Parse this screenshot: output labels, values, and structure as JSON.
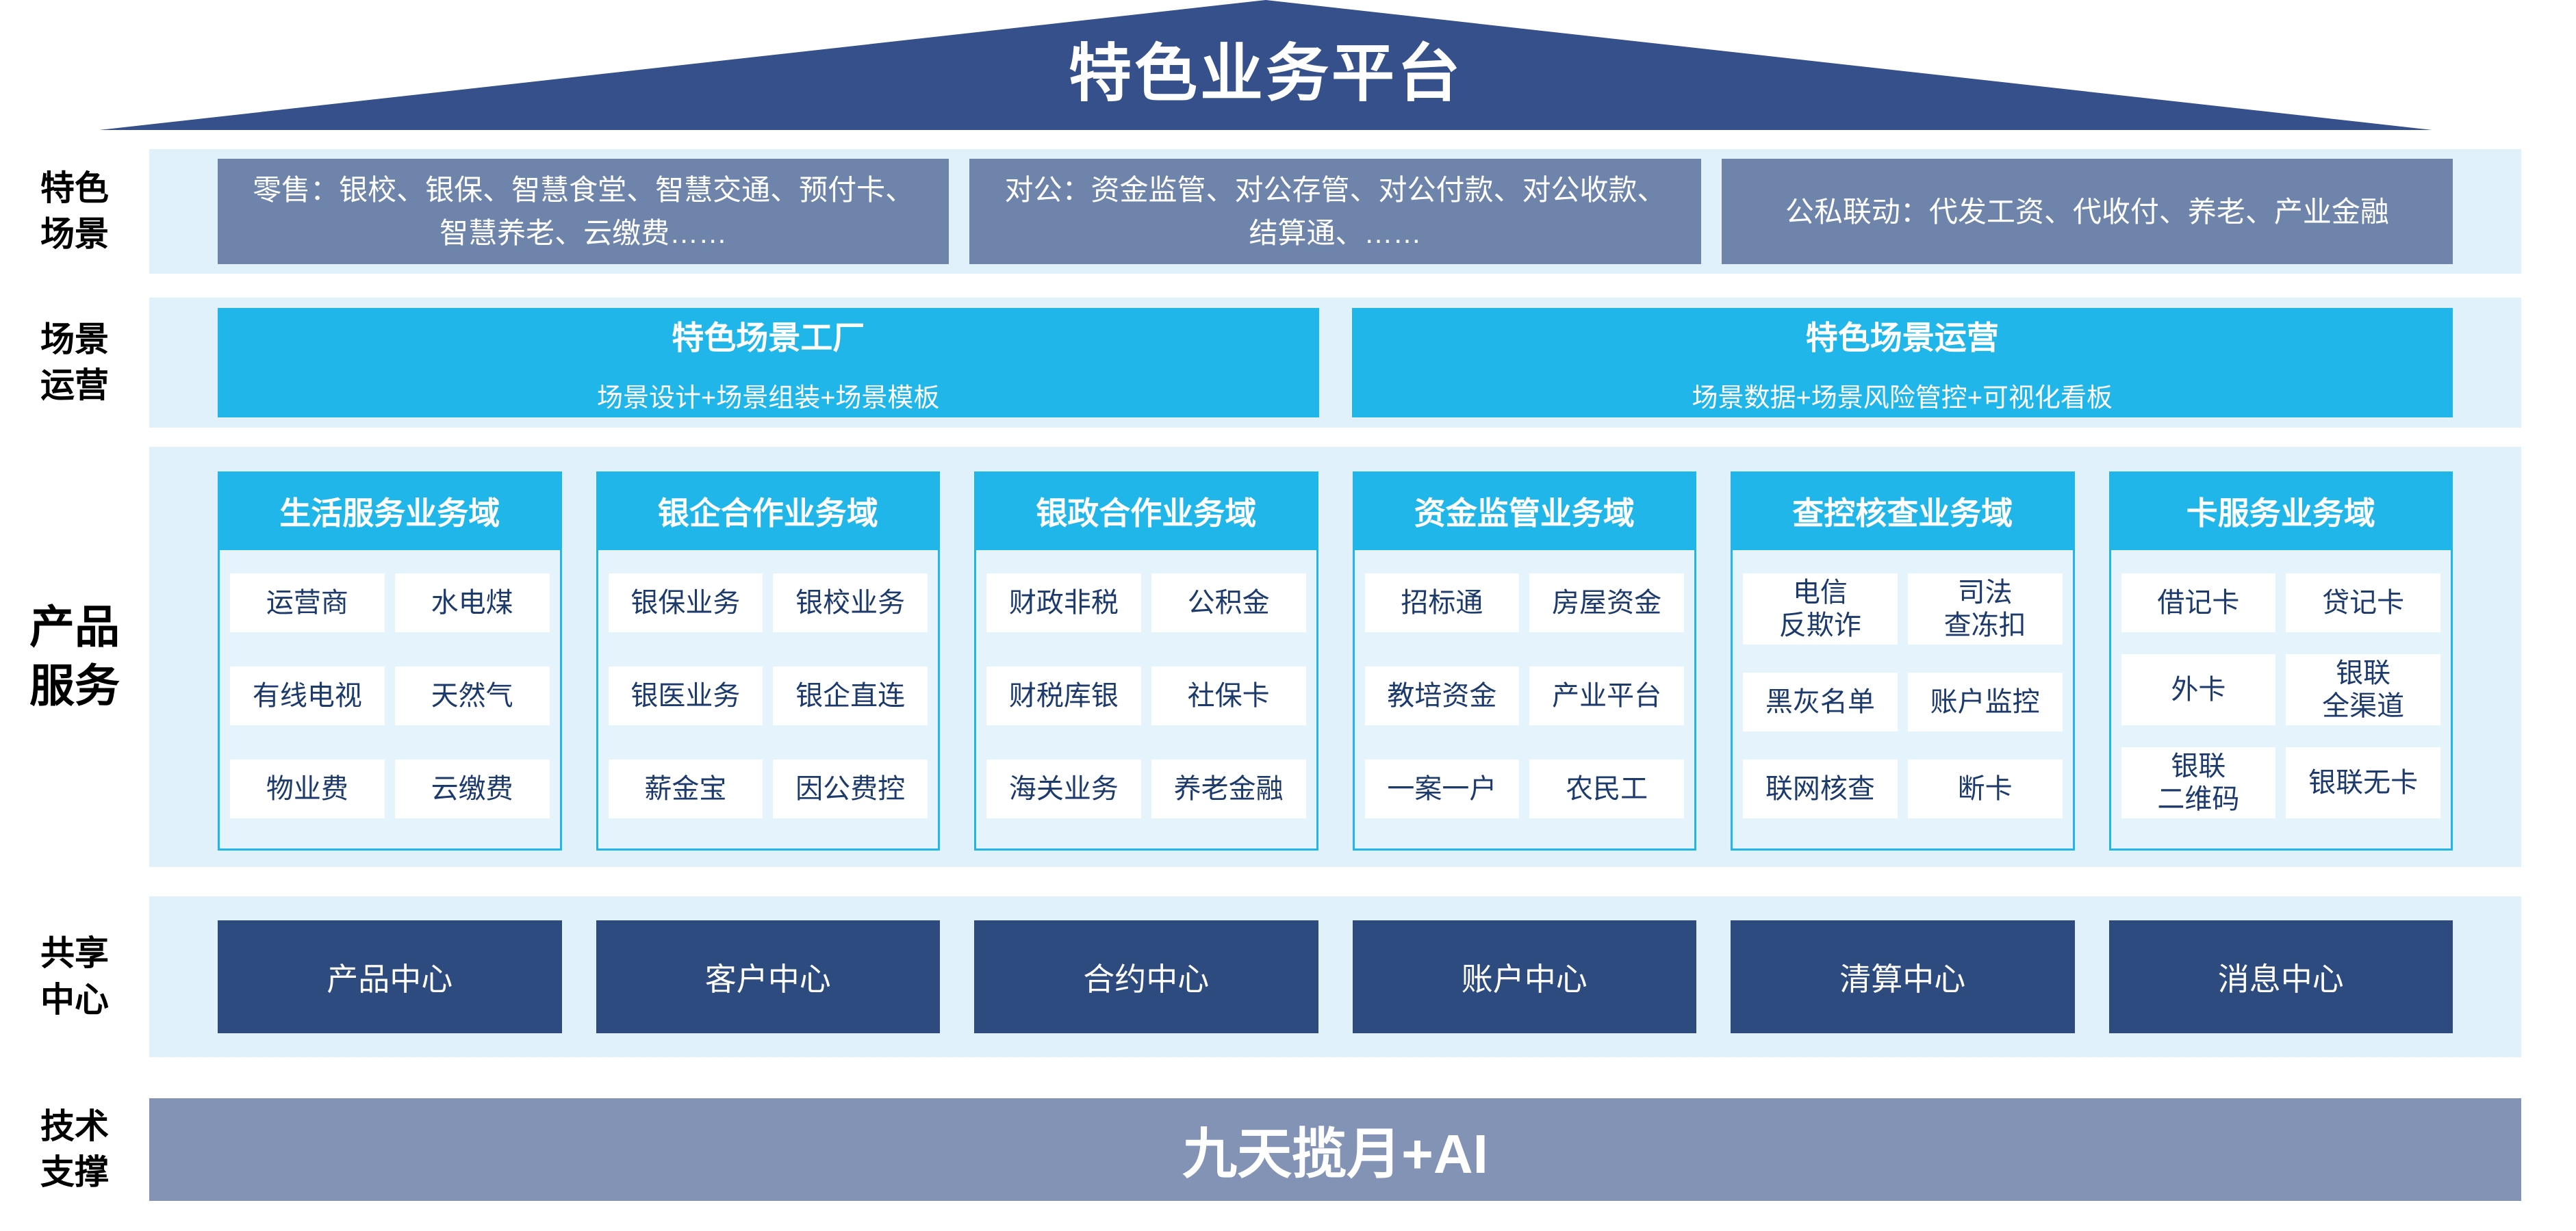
{
  "colors": {
    "roof_navy": "#35508a",
    "center_navy": "#2d4b7e",
    "scenario_slate": "#6e84ab",
    "tech_bar_slate": "#8393b5",
    "accent_cyan": "#20b6ea",
    "panel_light_blue": "#e0f1fb",
    "column_body_blue": "#e4f3fc",
    "cell_text_navy": "#1d3a6d"
  },
  "roof": {
    "title": "特色业务平台"
  },
  "scenario_layer": {
    "label": "特色\n场景",
    "boxes": [
      "零售：银校、银保、智慧食堂、智慧交通、预付卡、智慧养老、云缴费……",
      "对公：资金监管、对公存管、对公付款、对公收款、结算通、……",
      "公私联动：代发工资、代收付、养老、产业金融"
    ]
  },
  "operations_layer": {
    "label": "场景\n运营",
    "boxes": [
      {
        "title": "特色场景工厂",
        "subtitle": "场景设计+场景组装+场景模板"
      },
      {
        "title": "特色场景运营",
        "subtitle": "场景数据+场景风险管控+可视化看板"
      }
    ]
  },
  "products_layer": {
    "label": "产品\n服务",
    "columns": [
      {
        "header": "生活服务业务域",
        "cells": [
          "运营商",
          "水电煤",
          "有线电视",
          "天然气",
          "物业费",
          "云缴费"
        ]
      },
      {
        "header": "银企合作业务域",
        "cells": [
          "银保业务",
          "银校业务",
          "银医业务",
          "银企直连",
          "薪金宝",
          "因公费控"
        ]
      },
      {
        "header": "银政合作业务域",
        "cells": [
          "财政非税",
          "公积金",
          "财税库银",
          "社保卡",
          "海关业务",
          "养老金融"
        ]
      },
      {
        "header": "资金监管业务域",
        "cells": [
          "招标通",
          "房屋资金",
          "教培资金",
          "产业平台",
          "一案一户",
          "农民工"
        ]
      },
      {
        "header": "查控核查业务域",
        "cells": [
          "电信\n反欺诈",
          "司法\n查冻扣",
          "黑灰名单",
          "账户监控",
          "联网核查",
          "断卡"
        ]
      },
      {
        "header": "卡服务业务域",
        "cells": [
          "借记卡",
          "贷记卡",
          "外卡",
          "银联\n全渠道",
          "银联\n二维码",
          "银联无卡"
        ]
      }
    ]
  },
  "shared_layer": {
    "label": "共享\n中心",
    "centers": [
      "产品中心",
      "客户中心",
      "合约中心",
      "账户中心",
      "清算中心",
      "消息中心"
    ]
  },
  "tech_layer": {
    "label": "技术\n支撑",
    "bar": "九天揽月+AI"
  }
}
